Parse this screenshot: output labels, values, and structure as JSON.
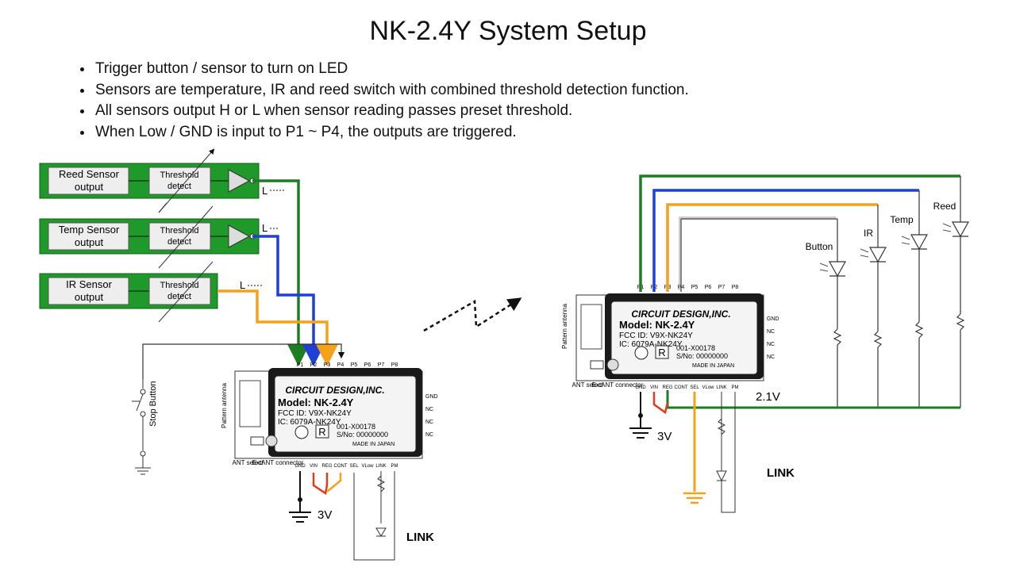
{
  "slide": {
    "title": "NK-2.4Y System Setup",
    "bullets": [
      "Trigger button / sensor to turn on LED",
      "Sensors are temperature, IR and reed switch with combined threshold detection function.",
      "All sensors output H or L when sensor reading passes preset threshold.",
      "When Low / GND is input to P1 ~ P4, the outputs are triggered."
    ]
  },
  "left": {
    "sensors": [
      {
        "label1": "Reed Sensor",
        "label2": "output",
        "thr1": "Threshold",
        "thr2": "detect",
        "level": "L"
      },
      {
        "label1": "Temp Sensor",
        "label2": "output",
        "thr1": "Threshold",
        "thr2": "detect",
        "level": "L"
      },
      {
        "label1": "IR Sensor",
        "label2": "output",
        "thr1": "Threshold",
        "thr2": "detect",
        "level": "L"
      }
    ],
    "stop_button": "Stop Button",
    "vcc": "3V",
    "link": "LINK"
  },
  "right": {
    "channels": [
      "Button",
      "IR",
      "Temp",
      "Reed"
    ],
    "vcc": "3V",
    "vcc2": "2.1V",
    "link": "LINK"
  },
  "module": {
    "pins_top": [
      "P1",
      "P2",
      "P3",
      "P4",
      "P5",
      "P6",
      "P7",
      "P8"
    ],
    "pins_side": [
      "GND",
      "NC",
      "NC",
      "NC"
    ],
    "pins_bottom": [
      "GND",
      "VIN",
      "REG",
      "CONT",
      "SEL",
      "VLow",
      "LINK",
      "PM"
    ],
    "logo": "CIRCUIT DESIGN,INC.",
    "model": "Model: NK-2.4Y",
    "fcc": "FCC ID: V9X-NK24Y",
    "ic": "IC: 6079A-NK24Y",
    "serial1": "001-X00178",
    "serial2": "S/No: 00000000",
    "made": "MADE IN JAPAN",
    "antenna": "Pattern antenna",
    "ant_select": "ANT select",
    "extant": "ExtANT connector",
    "r_mark": "R"
  },
  "colors": {
    "green_box": "#1f9a2a",
    "wire_green": "#1e7d22",
    "wire_blue": "#1f3fd6",
    "wire_orange": "#f4a21a",
    "wire_red": "#e23b1b",
    "wire_gray": "#6a6a6a"
  }
}
